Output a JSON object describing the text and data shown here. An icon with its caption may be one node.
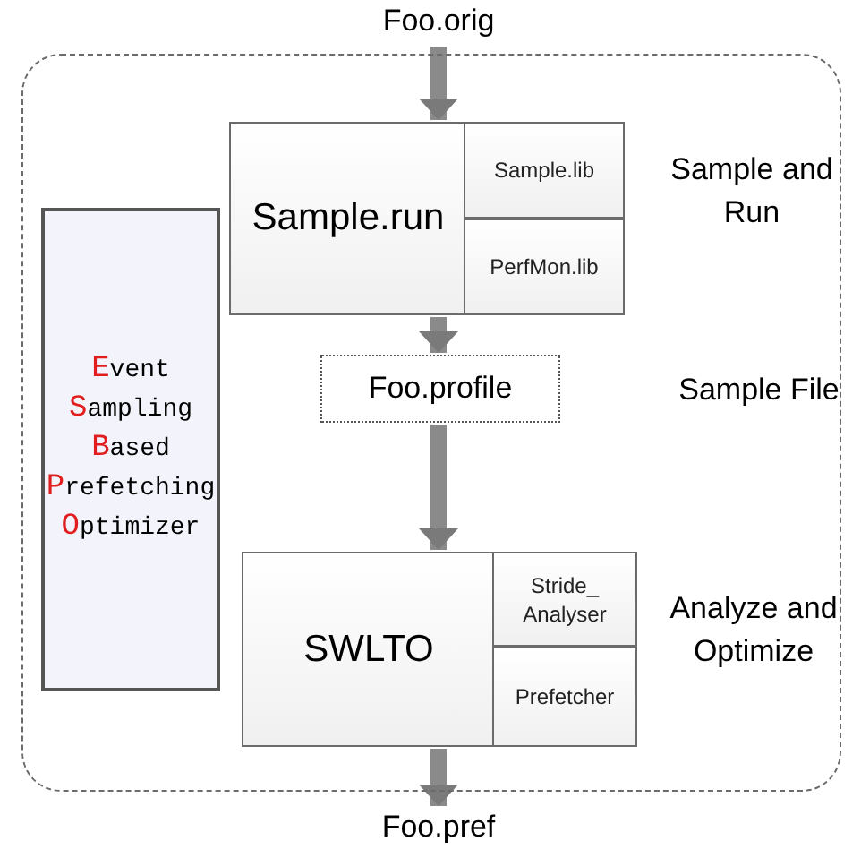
{
  "diagram": {
    "nodes": [
      {
        "text": [],
        "shape": "box"
      },
      {
        "text": [
          "Foo.orig"
        ]
      },
      {
        "text": [
          "Sample.run"
        ],
        "in": 0,
        "beside": [
          "Sample and Run"
        ]
      },
      {
        "text": [
          "Sample.lib"
        ],
        "in": 2
      },
      {
        "text": [
          "PerfMon.lib"
        ],
        "in": 2
      },
      {
        "text": [
          "Foo.profile"
        ],
        "in": 0,
        "beside": [
          "Sample File"
        ]
      },
      {
        "text": [
          "SWLTO"
        ],
        "in": 0,
        "beside": [
          "Analyze and Optimize"
        ]
      },
      {
        "text": [
          "Stride_ Analyser"
        ],
        "in": 6
      },
      {
        "text": [
          "Prefetcher"
        ],
        "in": 6
      },
      {
        "text": [
          "Event Sampling Based Prefetching Optimizer"
        ],
        "in": 0
      },
      {
        "text": [
          "Foo.pref"
        ]
      }
    ],
    "edges": [
      {
        "from": 1,
        "to": 2,
        "arrow": "to"
      },
      {
        "from": 2,
        "to": 5,
        "arrow": "to"
      },
      {
        "from": 5,
        "to": 6,
        "arrow": "to"
      },
      {
        "from": 6,
        "to": 10,
        "arrow": "to"
      }
    ]
  }
}
